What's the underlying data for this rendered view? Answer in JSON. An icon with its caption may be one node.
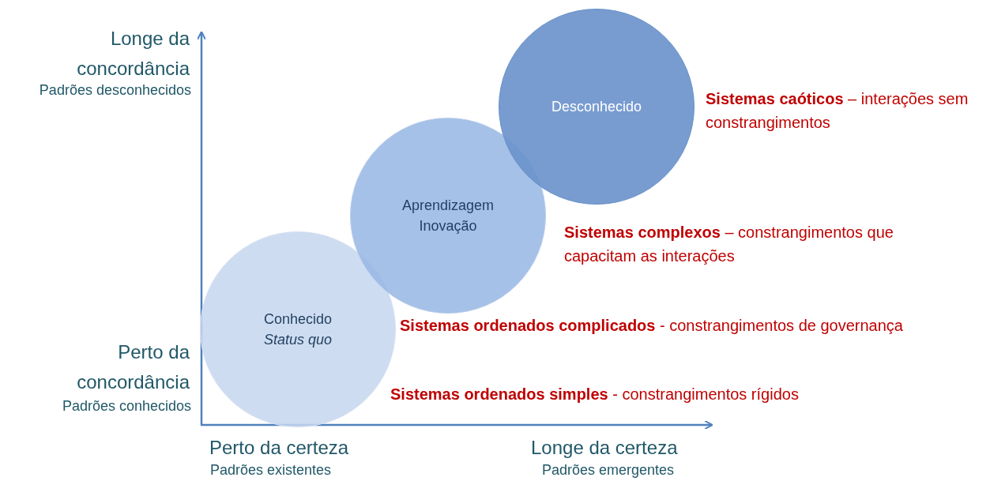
{
  "diagram": {
    "nodes": [
      {
        "text": [
          "Conhecido",
          "Status quo"
        ]
      },
      {
        "text": [
          "Aprendizagem Inovação"
        ]
      },
      {
        "text": [
          "Desconhecido"
        ]
      }
    ],
    "edges": [],
    "labels": [
      "Longe da concordância",
      "Padrões desconhecidos",
      "**Sistemas caóticos** – interações sem constrangimentos",
      "**Sistemas complexos** – constrangimentos que capacitam as interações",
      "**Sistemas ordenados complicados** - constrangimentos de governança",
      "Perto da concordância",
      "**Sistemas ordenados simples** - constrangimentos rígidos",
      "Padrões conhecidos",
      "Perto da certeza",
      "Longe da certeza",
      "Padrões existentes",
      "Padrões emergentes"
    ]
  }
}
